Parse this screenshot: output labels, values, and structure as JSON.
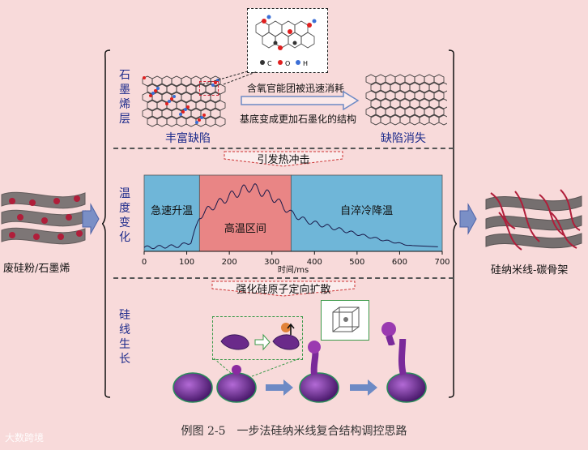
{
  "layers": {
    "graphene": [
      "石",
      "墨",
      "烯",
      "层"
    ],
    "temperature": [
      "温",
      "度",
      "变",
      "化"
    ],
    "growth": [
      "硅",
      "线",
      "生",
      "长"
    ]
  },
  "graphene": {
    "rich_defects": "丰富缺陷",
    "defects_gone": "缺陷消失",
    "note_top": "含氧官能团被迅速消耗",
    "note_bottom": "基底变成更加石墨化的结构",
    "legend": [
      "C",
      "O",
      "H"
    ]
  },
  "thermal_shock": "引发热冲击",
  "diffusion": "强化硅原子定向扩散",
  "chart_data": {
    "type": "line",
    "regions": [
      {
        "label": "急速升温",
        "x": [
          0,
          130
        ],
        "color": "#6fb6d8"
      },
      {
        "label": "高温区间",
        "x": [
          130,
          345
        ],
        "color": "#e98585"
      },
      {
        "label": "自淬冷降温",
        "x": [
          345,
          700
        ],
        "color": "#6fb6d8"
      }
    ],
    "xlabel": "时间/ms",
    "xticks": [
      0,
      100,
      200,
      300,
      400,
      500,
      600,
      700
    ],
    "xlim": [
      0,
      700
    ],
    "ylim": [
      0,
      1
    ],
    "series": [
      {
        "x": [
          0,
          80,
          110,
          130,
          150,
          200,
          250,
          300,
          345,
          380,
          450,
          520,
          560,
          630,
          690
        ],
        "y": [
          0.05,
          0.07,
          0.12,
          0.45,
          0.55,
          0.72,
          0.85,
          0.72,
          0.5,
          0.4,
          0.3,
          0.2,
          0.15,
          0.07,
          0.06
        ]
      }
    ]
  },
  "left_material": "废硅粉/石墨烯",
  "right_material": "硅纳米线-碳骨架",
  "caption": "例图 2-5　一步法硅纳米线复合结构调控思路",
  "watermark": "大数跨境",
  "colors": {
    "label_blue": "#1e2c8c",
    "background": "#f8dada"
  }
}
